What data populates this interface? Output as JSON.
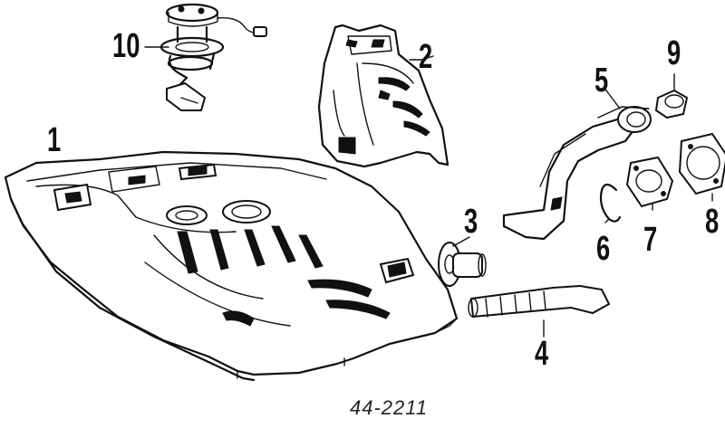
{
  "diagram": {
    "callouts": [
      {
        "id": "10",
        "label": "10"
      },
      {
        "id": "2",
        "label": "2"
      },
      {
        "id": "9",
        "label": "9"
      },
      {
        "id": "5",
        "label": "5"
      },
      {
        "id": "1",
        "label": "1"
      },
      {
        "id": "3",
        "label": "3"
      },
      {
        "id": "6",
        "label": "6"
      },
      {
        "id": "7",
        "label": "7"
      },
      {
        "id": "8",
        "label": "8"
      },
      {
        "id": "4",
        "label": "4"
      }
    ],
    "catalog_number": "44-2211"
  }
}
